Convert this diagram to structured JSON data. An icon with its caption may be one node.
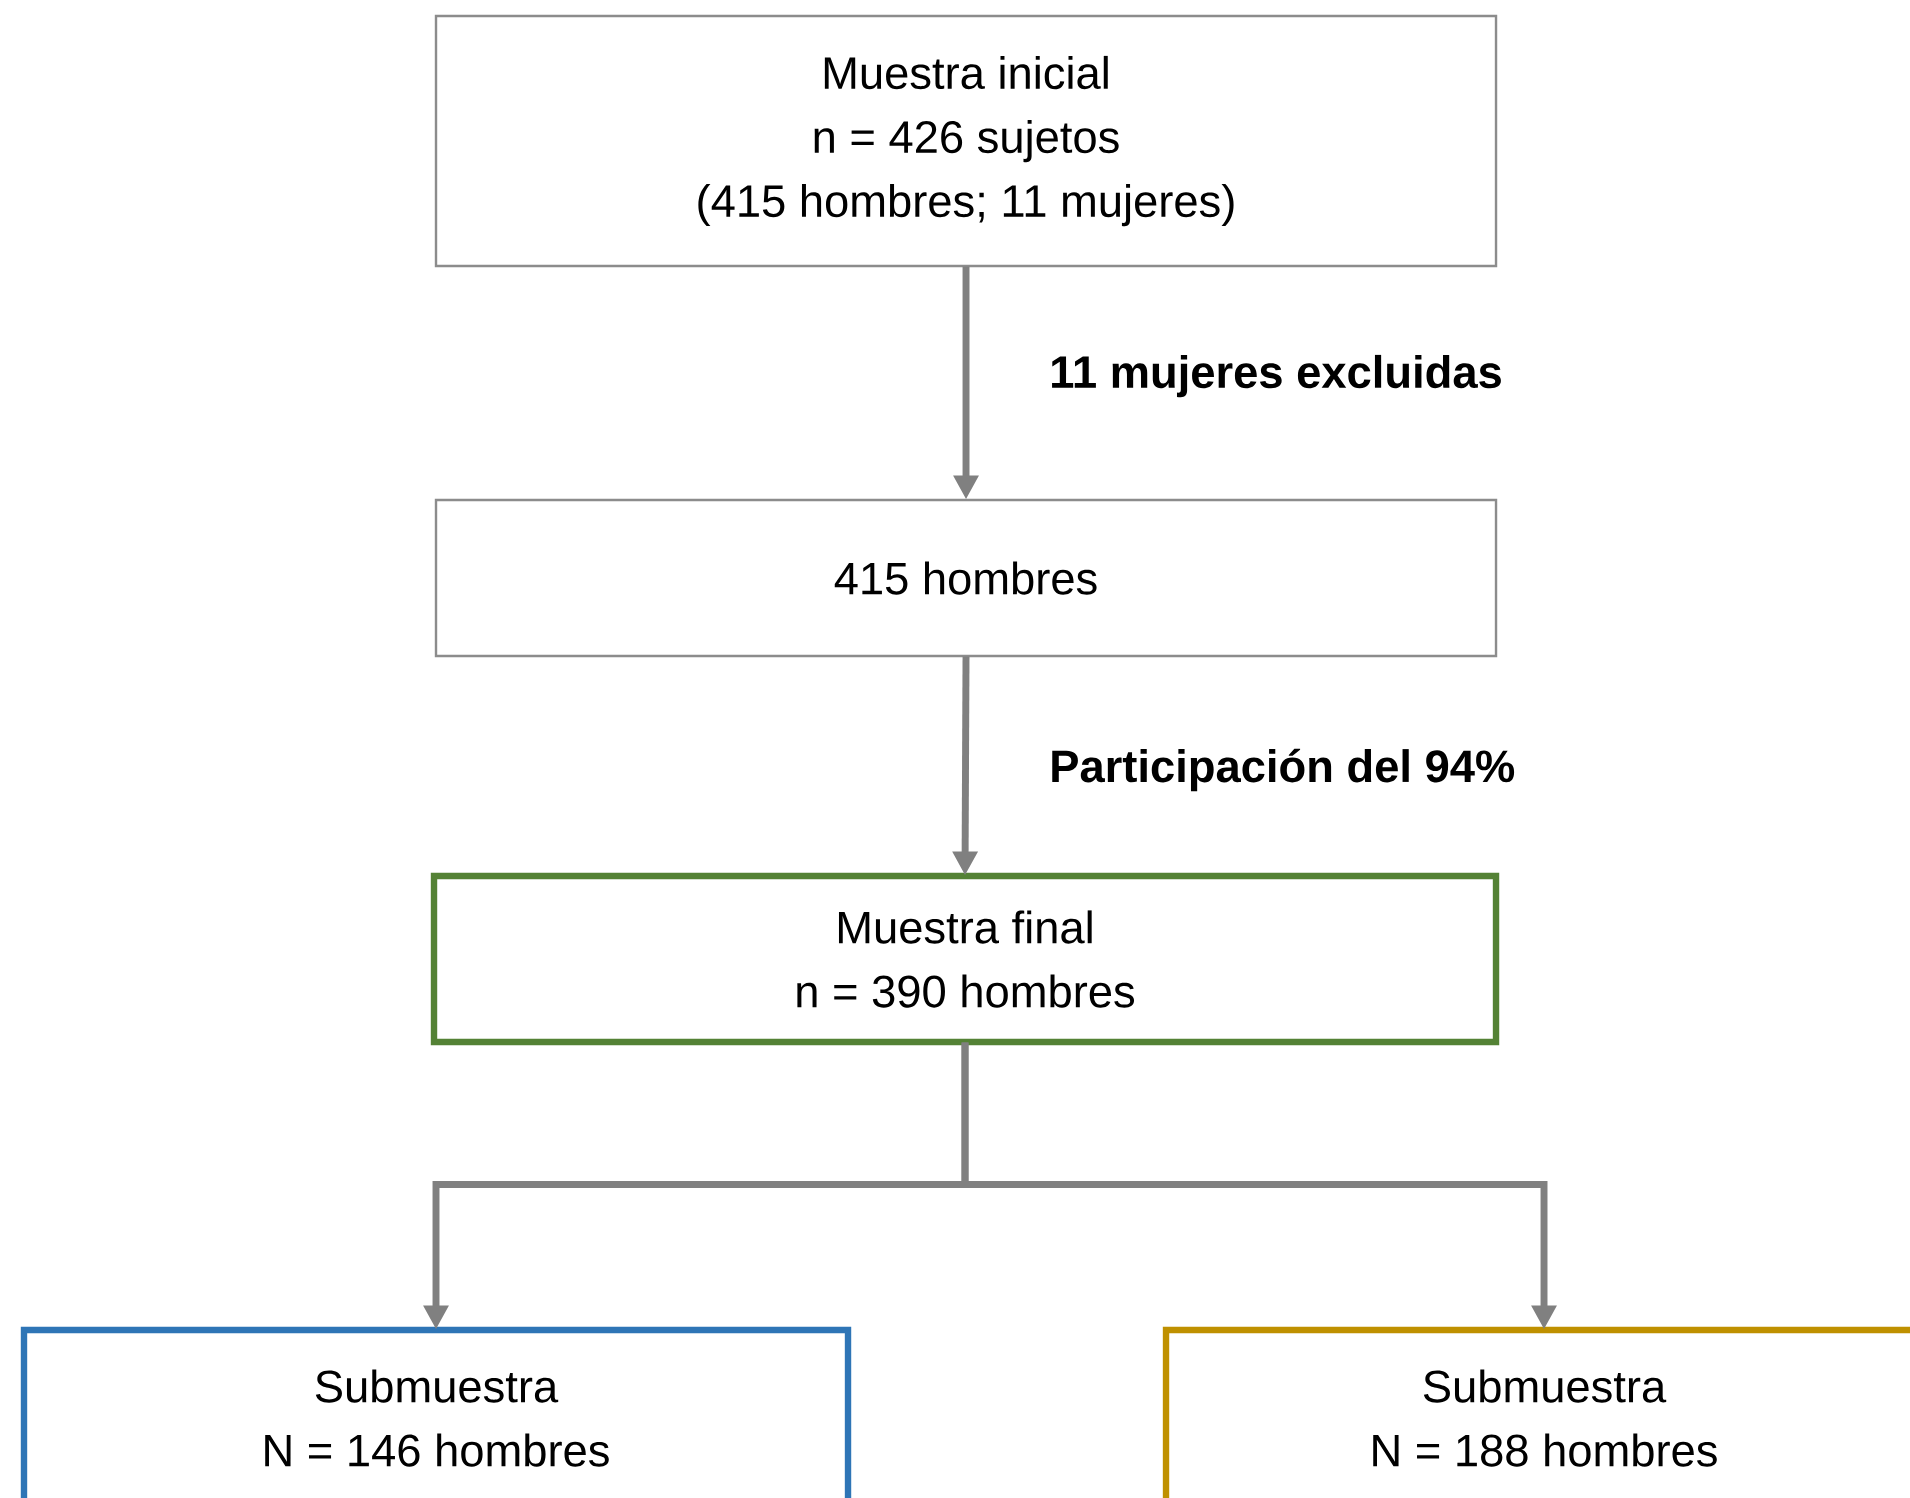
{
  "diagram": {
    "nodes": [
      {
        "text": [
          "Muestra inicial",
          "n = 426 sujetos",
          "(415 hombres; 11 mujeres)"
        ]
      },
      {
        "text": [
          "415 hombres"
        ]
      },
      {
        "text": [
          "Muestra final",
          "n = 390 hombres"
        ]
      },
      {
        "text": [
          "Submuestra",
          "N = 146 hombres"
        ]
      },
      {
        "text": [
          "Submuestra",
          "N = 188 hombres"
        ]
      }
    ],
    "edges": [
      {
        "from": 0,
        "to": 1,
        "arrow": "to",
        "label": "11 mujeres excluidas"
      },
      {
        "from": 1,
        "to": 2,
        "arrow": "to",
        "label": "Participación del 94%"
      },
      {
        "from": 2,
        "to": 3,
        "arrow": "to"
      },
      {
        "from": 2,
        "to": 4,
        "arrow": "to"
      }
    ]
  }
}
